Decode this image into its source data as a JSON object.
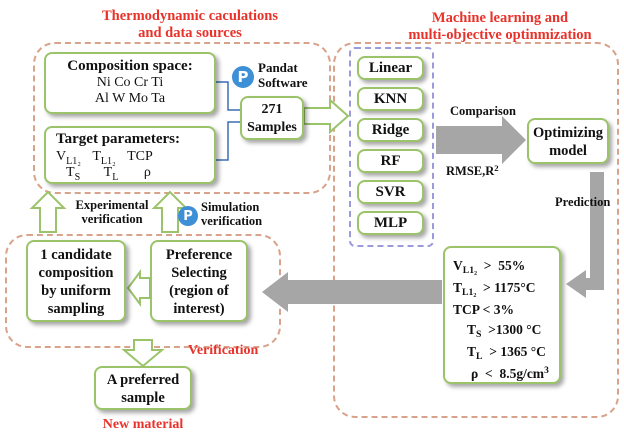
{
  "headings": {
    "left": [
      "Thermodynamic caculations",
      "and data sources"
    ],
    "right": [
      "Machine learning and",
      "multi-objective optinmization"
    ]
  },
  "composition_space": {
    "title": "Composition space:",
    "line1": "Ni Co Cr Ti",
    "line2": "Al W Mo Ta"
  },
  "target_parameters": {
    "title": "Target parameters:",
    "v": "V",
    "v_sub": "L1₂",
    "t": "T",
    "t_sub": "L1₂",
    "tcp": "TCP",
    "ts": "T",
    "ts_sub": "S",
    "tl": "T",
    "tl_sub": "L",
    "rho": "ρ"
  },
  "pandat": {
    "logo": "P",
    "line1": "Pandat",
    "line2": "Software"
  },
  "samples": {
    "count": "271",
    "label": "Samples"
  },
  "models": [
    "Linear",
    "KNN",
    "Ridge",
    "RF",
    "SVR",
    "MLP"
  ],
  "comparison_label": "Comparison",
  "rmse_label": "RMSE,R",
  "rmse_sup": "2",
  "optimizing_model": [
    "Optimizing",
    "model"
  ],
  "prediction_label": "Prediction",
  "criteria": [
    {
      "sym": "V",
      "sub": "L1₂",
      "rel": ">",
      "val": "55%"
    },
    {
      "sym": "T",
      "sub": "L1₂",
      "rel": ">",
      "val": "1175°C"
    },
    {
      "sym": "TCP",
      "sub": "",
      "rel": "<",
      "val": "3%"
    },
    {
      "sym": "T",
      "sub": "S",
      "rel": ">",
      "val": "1300 °C"
    },
    {
      "sym": "T",
      "sub": "L",
      "rel": ">",
      "val": "1365 °C"
    },
    {
      "sym": "ρ",
      "sub": "",
      "rel": "<",
      "val": "8.5g/cm",
      "sup": "3"
    }
  ],
  "preference": [
    "Preference",
    "Selecting",
    "(region of",
    "interest)"
  ],
  "candidate": [
    "1 candidate",
    "composition",
    "by uniform",
    "sampling"
  ],
  "experimental_verification": [
    "Experimental",
    "verification"
  ],
  "simulation_verification": [
    "Simulation",
    "verification"
  ],
  "verification_label": "Verification",
  "preferred_sample": [
    "A preferred",
    "sample"
  ],
  "new_material": "New material",
  "colors": {
    "green_border": "#9bc36a",
    "red_text": "#e8322a",
    "dash_orange": "#d9a28a",
    "dash_blue": "#9b9bdc",
    "arrow_gray": "#a6a6a6"
  }
}
